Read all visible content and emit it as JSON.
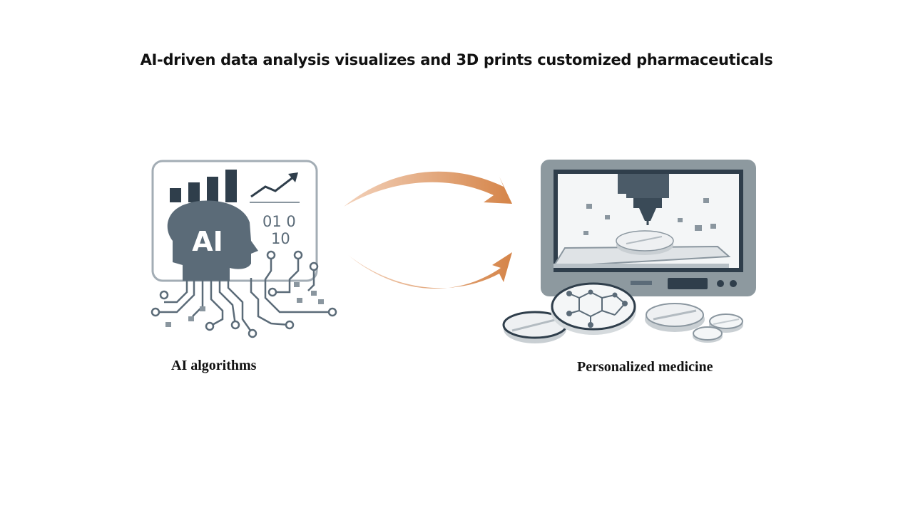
{
  "title": "AI-driven data analysis visualizes and 3D prints customized pharmaceuticals",
  "ai_panel": {
    "head_label": "AI",
    "binary_line1": "01 0",
    "binary_line2": "10",
    "caption": "AI algorithms"
  },
  "printer_panel": {
    "caption": "Personalized medicine"
  },
  "colors": {
    "slate": "#5b6b78",
    "dark_bar": "#2f3e4b",
    "frame": "#8a969f",
    "arrow": "#d98b55",
    "pill_fill": "#e9ecee"
  },
  "icons": [
    "bar-chart-icon",
    "trend-arrow-icon",
    "ai-head-icon",
    "circuit-icon",
    "3d-printer-icon",
    "pill-icon",
    "molecule-icon"
  ]
}
